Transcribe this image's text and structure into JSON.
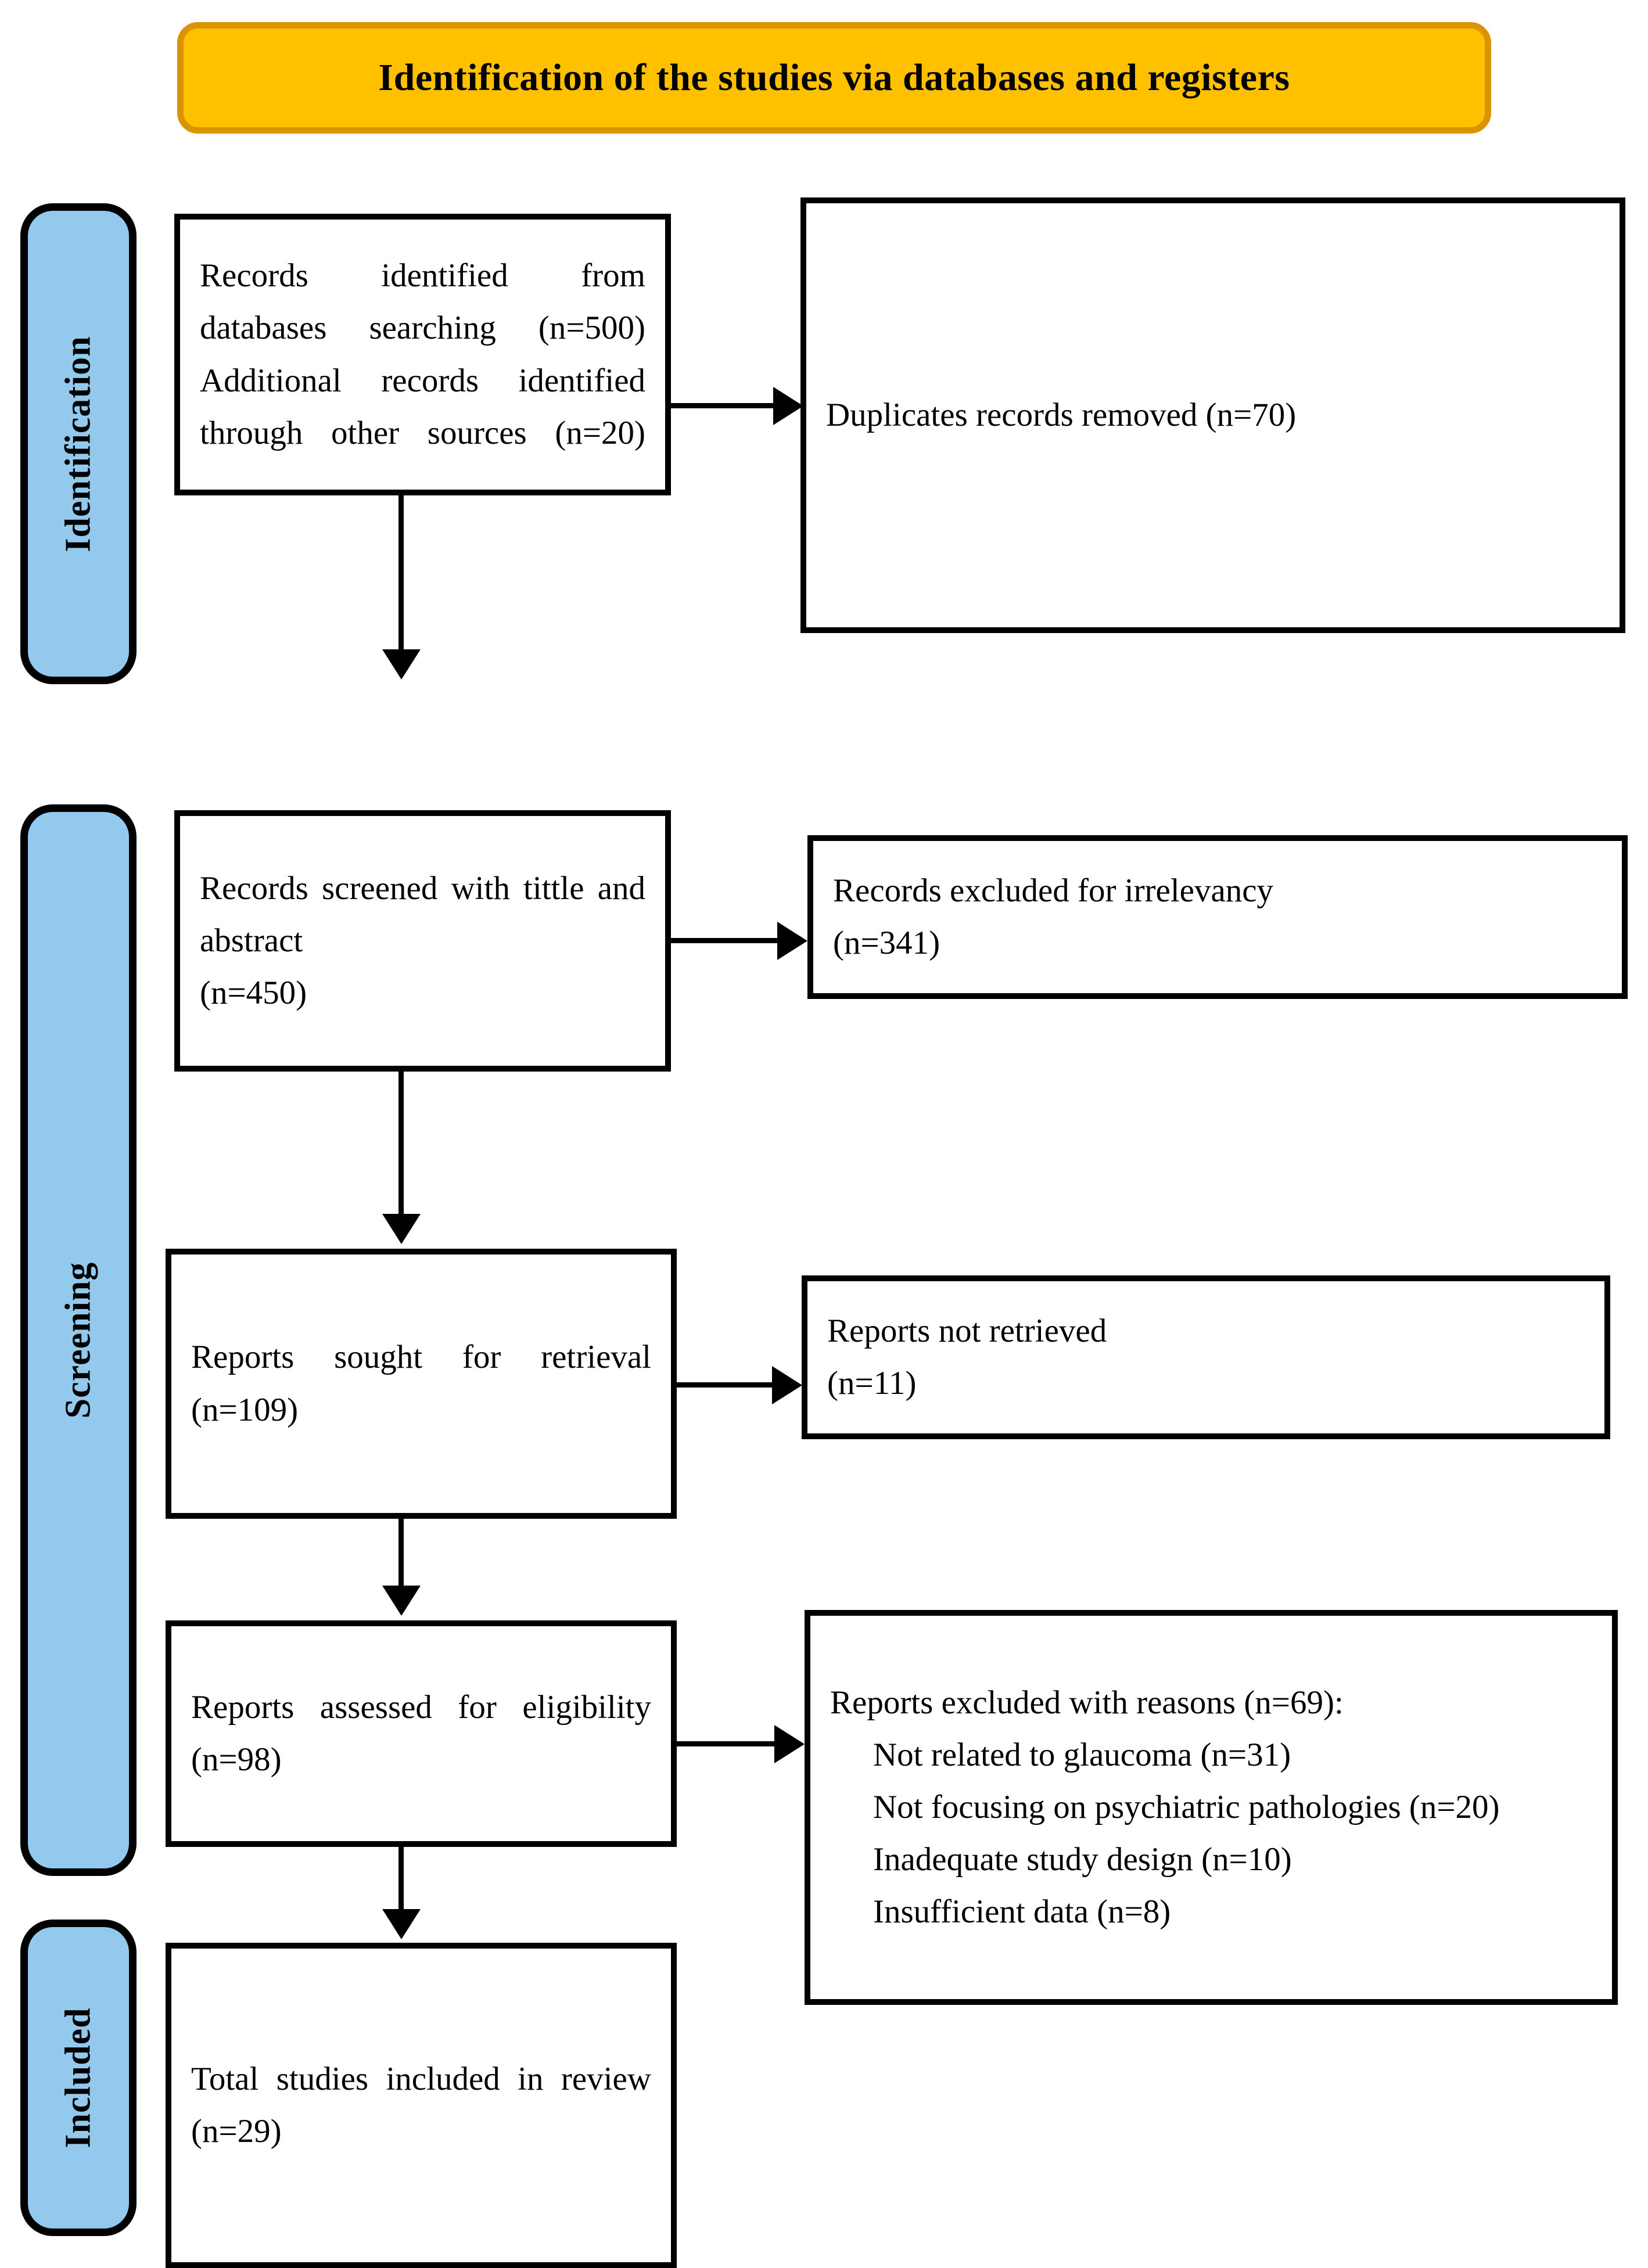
{
  "banner": {
    "title": "Identification of the studies via databases and registers",
    "fill": "#FFC000",
    "border": "#D99400"
  },
  "phases": {
    "fill": "#92C9EC",
    "border": "#000000",
    "items": [
      {
        "id": "identification",
        "label": "Identification"
      },
      {
        "id": "screening",
        "label": "Screening"
      },
      {
        "id": "included",
        "label": "Included"
      }
    ]
  },
  "boxes": {
    "records_identified": {
      "line1": "Records identified from databases searching (n=500)",
      "line2": "Additional records identified through other sources (n=20)"
    },
    "duplicates_removed": {
      "line1": "Duplicates records removed (n=70)"
    },
    "records_screened": {
      "line1": "Records screened with tittle and abstract",
      "line2": "(n=450)"
    },
    "records_excluded": {
      "line1": "Records excluded for irrelevancy",
      "line2": "(n=341)"
    },
    "reports_sought": {
      "line1": "Reports sought for retrieval",
      "line2": "(n=109)"
    },
    "reports_not_retrieved": {
      "line1": "Reports not retrieved",
      "line2": "(n=11)"
    },
    "reports_assessed": {
      "line1": "Reports assessed for eligibility (n=98)"
    },
    "reports_excluded_reasons": {
      "header": "Reports excluded with reasons (n=69):",
      "reasons": [
        "Not related to glaucoma (n=31)",
        "Not focusing on psychiatric pathologies (n=20)",
        "Inadequate study design (n=10)",
        "Insufficient data (n=8)"
      ]
    },
    "total_included": {
      "line1": "Total studies included in review",
      "line2": "(n=29)"
    }
  },
  "chart_data": {
    "type": "diagram",
    "title": "Identification of the studies via databases and registers",
    "flow": "PRISMA",
    "stages": [
      {
        "phase": "Identification",
        "label": "Records identified from databases searching",
        "n": 500
      },
      {
        "phase": "Identification",
        "label": "Additional records identified through other sources",
        "n": 20
      },
      {
        "phase": "Identification",
        "label": "Duplicates records removed",
        "n": 70,
        "excluded": true
      },
      {
        "phase": "Screening",
        "label": "Records screened with tittle and abstract",
        "n": 450
      },
      {
        "phase": "Screening",
        "label": "Records excluded for irrelevancy",
        "n": 341,
        "excluded": true
      },
      {
        "phase": "Screening",
        "label": "Reports sought for retrieval",
        "n": 109
      },
      {
        "phase": "Screening",
        "label": "Reports not retrieved",
        "n": 11,
        "excluded": true
      },
      {
        "phase": "Screening",
        "label": "Reports assessed for eligibility",
        "n": 98
      },
      {
        "phase": "Screening",
        "label": "Reports excluded with reasons",
        "n": 69,
        "excluded": true,
        "breakdown": [
          {
            "label": "Not related to glaucoma",
            "n": 31
          },
          {
            "label": "Not focusing on psychiatric pathologies",
            "n": 20
          },
          {
            "label": "Inadequate study design",
            "n": 10
          },
          {
            "label": "Insufficient data",
            "n": 8
          }
        ]
      },
      {
        "phase": "Included",
        "label": "Total studies included in review",
        "n": 29
      }
    ]
  }
}
